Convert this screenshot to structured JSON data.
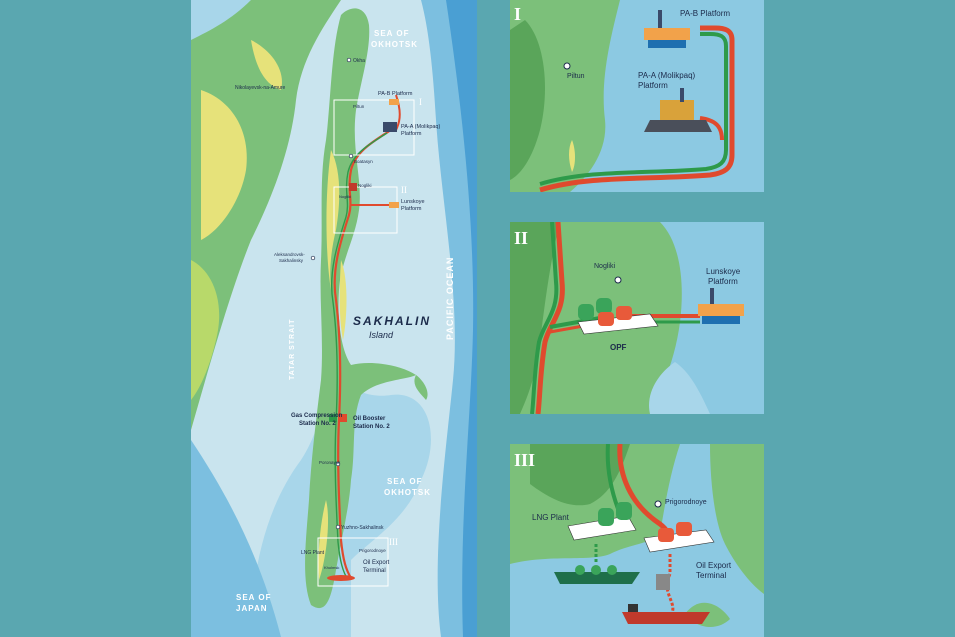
{
  "main_map": {
    "seas": {
      "okhotsk_north_1": "SEA OF",
      "okhotsk_north_2": "OKHOTSK",
      "okhotsk_south_1": "SEA OF",
      "okhotsk_south_2": "OKHOTSK",
      "pacific": "PACIFIC OCEAN",
      "tatar": "TATAR STRAIT",
      "japan_1": "SEA OF",
      "japan_2": "JAPAN"
    },
    "island_1": "SAKHALIN",
    "island_2": "Island",
    "places": {
      "okha": "Okha",
      "nikolaevsk": "Nikolayevsk-na-Amure",
      "piltun": "Piltun",
      "boatasyn": "Boatasyn",
      "nogliki": "Nogliki",
      "nogliki_opf": "Nogliki",
      "aleksandrovsk_1": "Aleksandrovsk-",
      "aleksandrovsk_2": "Sakhalinsky",
      "poronaysk": "Poronaysk",
      "yuzhno": "Yuzhno-Sakhalinsk",
      "prigorodnoye": "Prigorodnoye",
      "kholmsk": "Kholmsk"
    },
    "facilities": {
      "pab": "PA-B Platform",
      "paa_1": "PA-A (Molikpaq)",
      "paa_2": "Platform",
      "lun_1": "Lunskoye",
      "lun_2": "Platform",
      "gas_1": "Gas Compression",
      "gas_2": "Station No. 2",
      "oil_1": "Oil Booster",
      "oil_2": "Station No. 2",
      "lng": "LNG Plant",
      "oet_1": "Oil Export",
      "oet_2": "Terminal"
    },
    "markers": [
      "I",
      "II",
      "III"
    ]
  },
  "inset_1": {
    "roman": "I",
    "piltun": "Piltun",
    "pab": "PA-B Platform",
    "paa_1": "PA-A (Molikpaq)",
    "paa_2": "Platform"
  },
  "inset_2": {
    "roman": "II",
    "nogliki": "Nogliki",
    "lun_1": "Lunskoye",
    "lun_2": "Platform",
    "opf": "OPF"
  },
  "inset_3": {
    "roman": "III",
    "prigorodnoye": "Prigorodnoye",
    "lng": "LNG Plant",
    "oet_1": "Oil Export",
    "oet_2": "Terminal"
  },
  "colors": {
    "sea_light": "#c9e4ee",
    "sea_mid": "#8cc9e2",
    "sea_deep": "#4aa0d2",
    "land_green": "#7cc07a",
    "land_yellow": "#e6e27a",
    "pipeline_red": "#e04a2e",
    "pipeline_green": "#2e9a4a",
    "background": "#5aa7b0"
  }
}
